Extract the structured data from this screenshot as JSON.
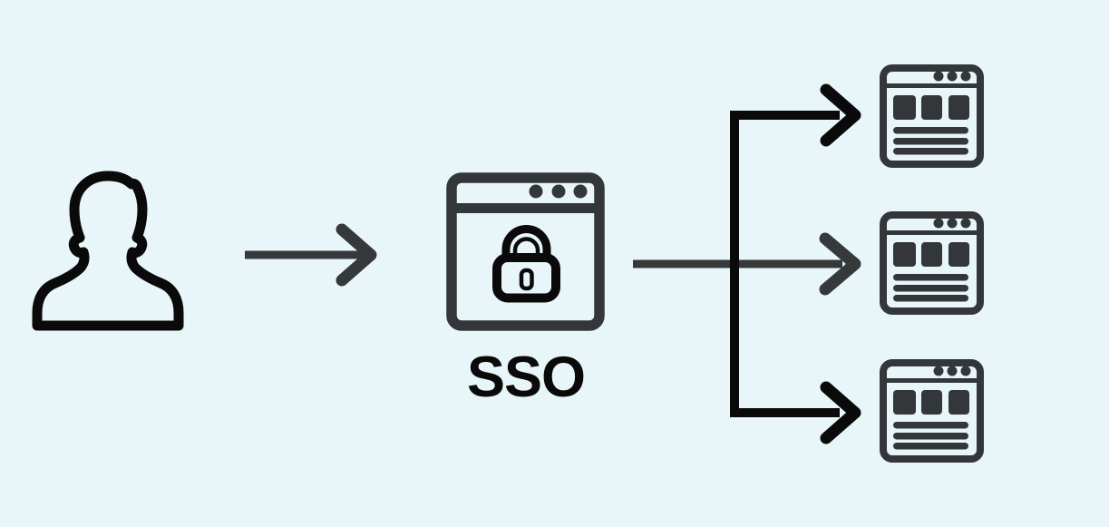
{
  "colors": {
    "background": "#e8f6fa",
    "ink_black": "#0a0a0a",
    "frame_charcoal": "#333739",
    "arrow_gray": "#35393a"
  },
  "diagram": {
    "user": {
      "icon": "user-silhouette-icon"
    },
    "sso": {
      "label": "SSO",
      "icon": "browser-window-with-lock-icon"
    },
    "apps": [
      {
        "icon": "browser-app-window-icon"
      },
      {
        "icon": "browser-app-window-icon"
      },
      {
        "icon": "browser-app-window-icon"
      }
    ],
    "connections": [
      {
        "from": "user",
        "to": "sso",
        "style": "straight-arrow"
      },
      {
        "from": "sso",
        "to": "app-1",
        "style": "branch-arrow"
      },
      {
        "from": "sso",
        "to": "app-2",
        "style": "straight-arrow"
      },
      {
        "from": "sso",
        "to": "app-3",
        "style": "branch-arrow"
      }
    ]
  }
}
